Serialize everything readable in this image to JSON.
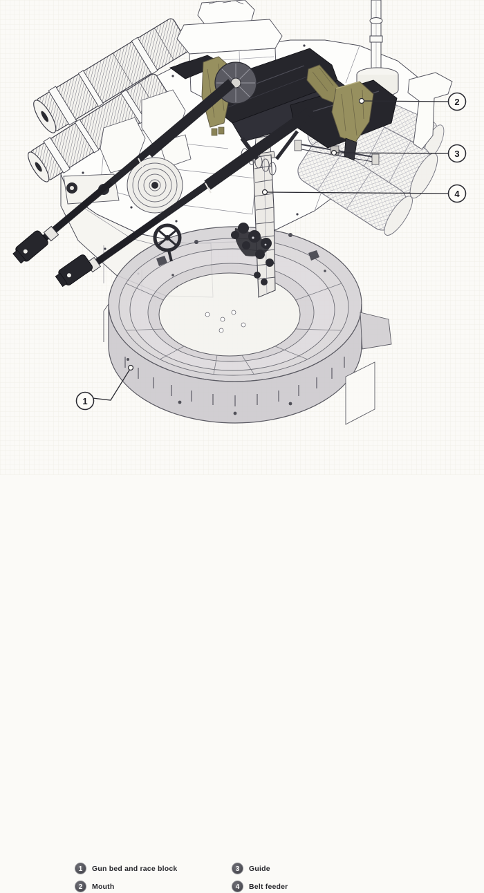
{
  "figure": {
    "type": "technical-illustration",
    "subject": "Twin automatic gun mount with race-ring gun bed, isometric cutaway line drawing",
    "colors": {
      "background": "#fbfaf7",
      "outline": "#45454f",
      "dark_metal": "#26262c",
      "olive_feed": "#97905f",
      "drum_gray": "#d2cfd3",
      "legend_badge": "#4b4b52",
      "callout_fill": "#fdfcf8"
    }
  },
  "callouts": [
    {
      "number": "1",
      "label": "Gun bed and race block"
    },
    {
      "number": "2",
      "label": "Mouth"
    },
    {
      "number": "3",
      "label": "Guide"
    },
    {
      "number": "4",
      "label": "Belt feeder"
    }
  ]
}
